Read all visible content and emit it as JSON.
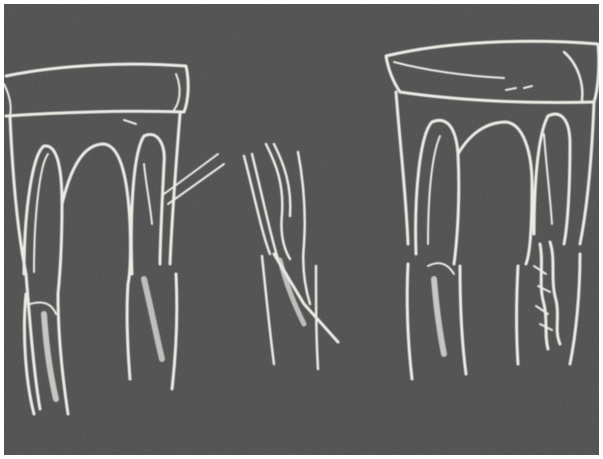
{
  "image": {
    "alt": "",
    "colors": {
      "background": "#4a4a4a",
      "chalk": "#ecebe6",
      "border": "#ffffff"
    }
  },
  "figures": [
    {
      "name": "left-molar-drawing"
    },
    {
      "name": "center-instrument-drawing"
    },
    {
      "name": "right-molar-drawing"
    }
  ]
}
